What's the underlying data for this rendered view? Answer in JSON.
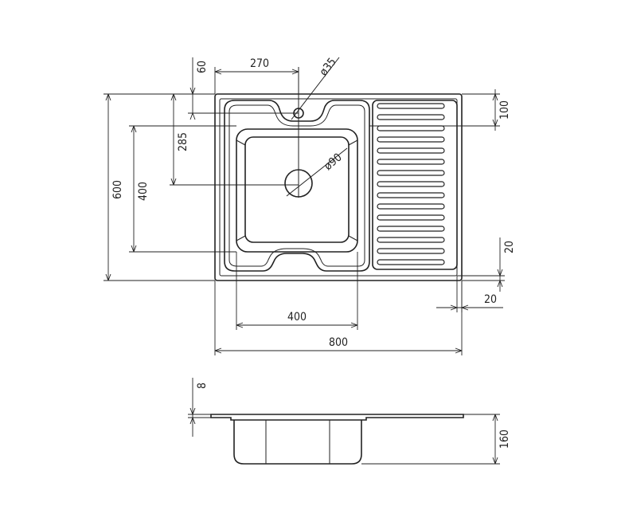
{
  "top_view": {
    "overall_width": "800",
    "overall_height": "600",
    "bowl_width": "400",
    "bowl_height": "400",
    "tap_offset_x": "270",
    "tap_hole_diameter": "ø35",
    "drain_diameter": "ø90",
    "tap_offset_y": "60",
    "drain_offset_y": "285",
    "drainboard_offset": "100",
    "edge_offset_vertical": "20",
    "edge_offset_horizontal": "20"
  },
  "side_view": {
    "rim_thickness": "8",
    "depth": "160"
  }
}
